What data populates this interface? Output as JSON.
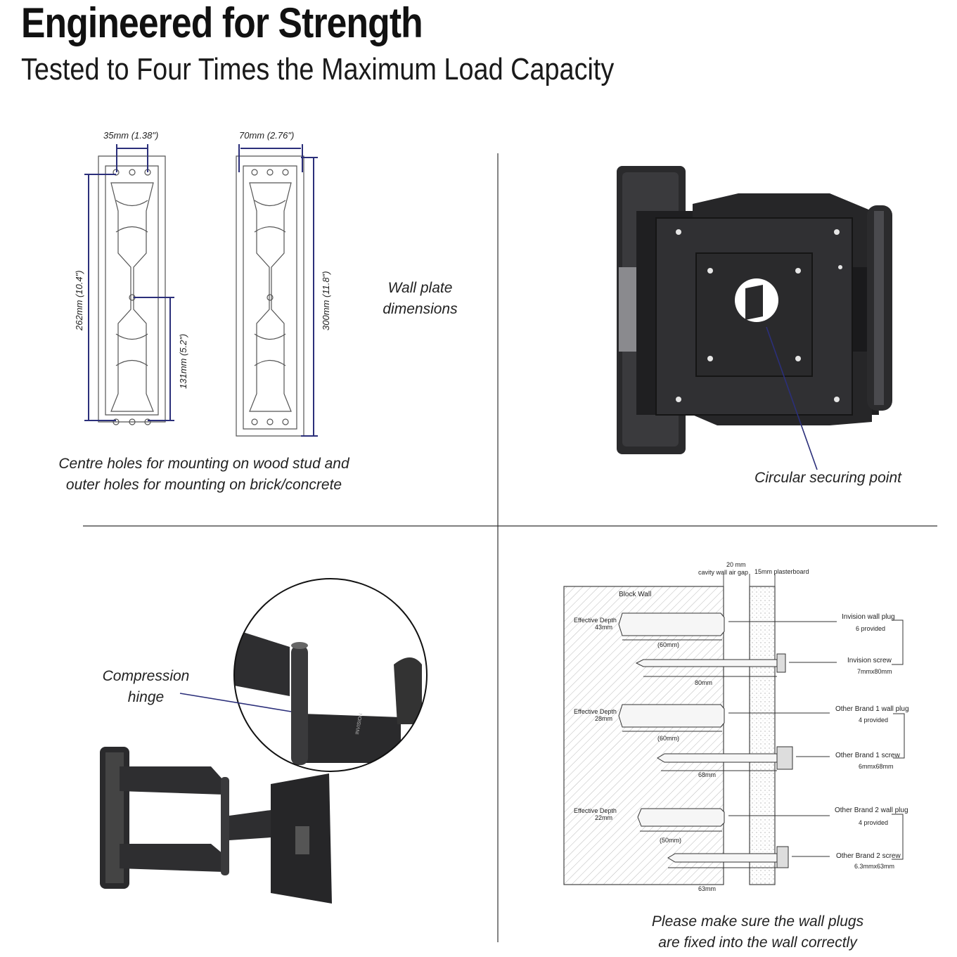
{
  "header": {
    "title": "Engineered for Strength",
    "subtitle": "Tested to Four Times the Maximum Load Capacity"
  },
  "wall_plate": {
    "width_small": "35mm (1.38\")",
    "width_large": "70mm (2.76\")",
    "height_262": "262mm (10.4\")",
    "height_131": "131mm (5.2\")",
    "height_300": "300mm (11.8\")",
    "caption_line1": "Wall plate",
    "caption_line2": "dimensions",
    "note_line1": "Centre holes for mounting on wood stud and",
    "note_line2": "outer holes for mounting on brick/concrete"
  },
  "mount_view": {
    "caption": "Circular securing point"
  },
  "hinge_view": {
    "caption_line1": "Compression",
    "caption_line2": "hinge",
    "brand_mark": "INVISION"
  },
  "wall_diagram": {
    "gap_label_1": "20 mm",
    "gap_label_2": "cavity wall air gap",
    "plasterboard_label": "15mm plasterboard",
    "block_wall": "Block Wall",
    "rows": [
      {
        "depth_1": "Effective Depth",
        "depth_2": "43mm",
        "plug_len": "(60mm)",
        "screw_len": "80mm",
        "plug_name": "Invision wall plug",
        "plug_qty": "6 provided",
        "screw_name": "Invision screw",
        "screw_size": "7mmx80mm"
      },
      {
        "depth_1": "Effective Depth",
        "depth_2": "28mm",
        "plug_len": "(60mm)",
        "screw_len": "68mm",
        "plug_name": "Other Brand 1 wall plug",
        "plug_qty": "4 provided",
        "screw_name": "Other Brand 1 screw",
        "screw_size": "6mmx68mm"
      },
      {
        "depth_1": "Effective Depth",
        "depth_2": "22mm",
        "plug_len": "(50mm)",
        "screw_len": "63mm",
        "plug_name": "Other Brand 2 wall plug",
        "plug_qty": "4 provided",
        "screw_name": "Other Brand 2 screw",
        "screw_size": "6.3mmx63mm"
      }
    ],
    "note_line1": "Please make sure the wall plugs",
    "note_line2": "are fixed into the wall correctly"
  },
  "colors": {
    "dimension_line": "#2b2f7a",
    "mount_dark": "#2a2a2c",
    "divider": "#333333"
  }
}
